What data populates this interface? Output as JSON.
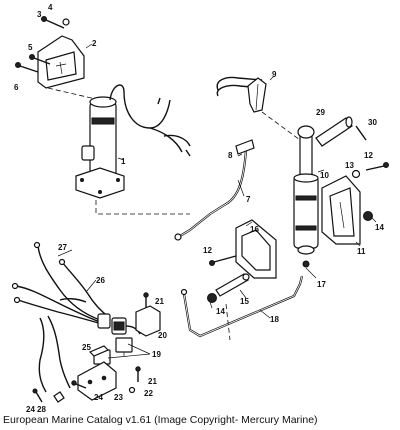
{
  "caption": "European Marine Catalog v1.61 (Image Copyright- Mercury Marine)",
  "callouts": [
    "1",
    "2",
    "3",
    "4",
    "5",
    "6",
    "7",
    "8",
    "9",
    "10",
    "11",
    "12",
    "12",
    "13",
    "14",
    "14",
    "15",
    "16",
    "17",
    "18",
    "19",
    "20",
    "21",
    "21",
    "22",
    "23",
    "24",
    "24",
    "25",
    "26",
    "27",
    "28",
    "29",
    "30"
  ]
}
